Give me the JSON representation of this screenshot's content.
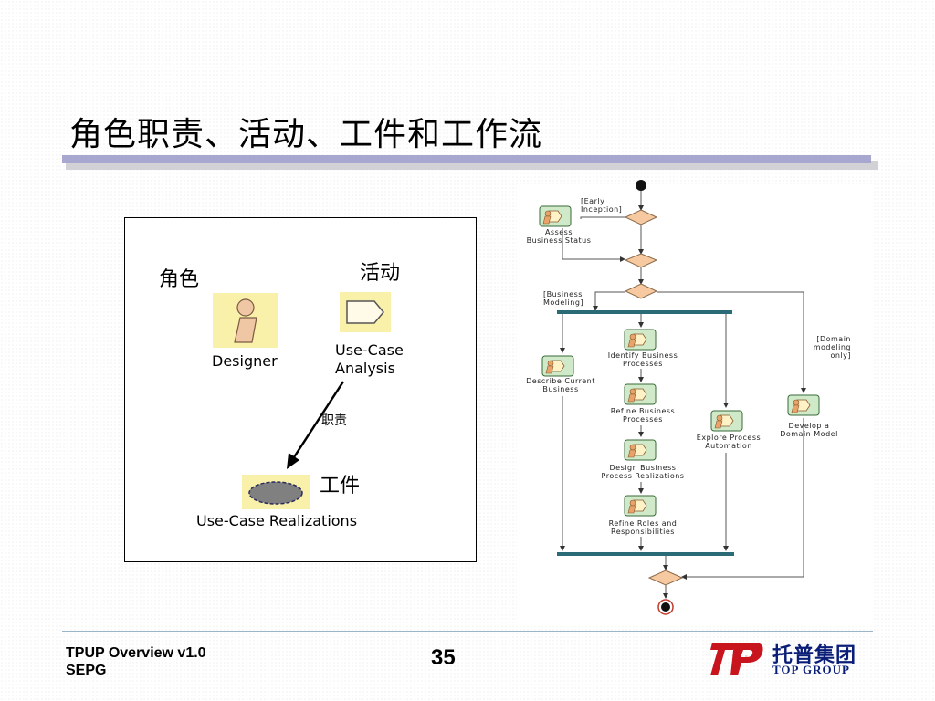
{
  "slide": {
    "title": "角色职责、活动、工件和工作流",
    "page_number": "35"
  },
  "footer": {
    "line1": "TPUP Overview v1.0",
    "line2": "SEPG",
    "logo_cn": "托普集团",
    "logo_en": "TOP GROUP",
    "logo_mark": "TP"
  },
  "left_diagram": {
    "role_heading": "角色",
    "activity_heading": "活动",
    "artifact_heading": "工件",
    "responsibility_label": "职责",
    "role_name": "Designer",
    "activity_name_line1": "Use-Case",
    "activity_name_line2": "Analysis",
    "artifact_name": "Use-Case Realizations",
    "icons": {
      "role": "designer-worker-icon",
      "activity": "activity-pentagon-icon",
      "artifact": "use-case-realization-icon"
    },
    "colors": {
      "tile": "#f9f1a9",
      "artifact": "#808080"
    }
  },
  "workflow": {
    "guards": {
      "early_inception": [
        "[Early",
        "Inception]"
      ],
      "business_modeling": [
        "[Business",
        "Modeling]"
      ],
      "domain_modeling": [
        "[Domain",
        "modeling",
        "only]"
      ]
    },
    "activities": {
      "assess": [
        "Assess",
        "Business Status"
      ],
      "describe": [
        "Describe Current",
        "Business"
      ],
      "identify": [
        "Identify Business",
        "Processes"
      ],
      "refine_processes": [
        "Refine Business",
        "Processes"
      ],
      "design": [
        "Design Business",
        "Process Realizations"
      ],
      "refine_roles": [
        "Refine Roles and",
        "Responsibilities"
      ],
      "explore": [
        "Explore Process",
        "Automation"
      ],
      "domain": [
        "Develop a",
        "Domain Model"
      ]
    },
    "colors": {
      "decision": "#f6c9a0",
      "bar": "#2b6b76",
      "node": "#111111"
    }
  }
}
